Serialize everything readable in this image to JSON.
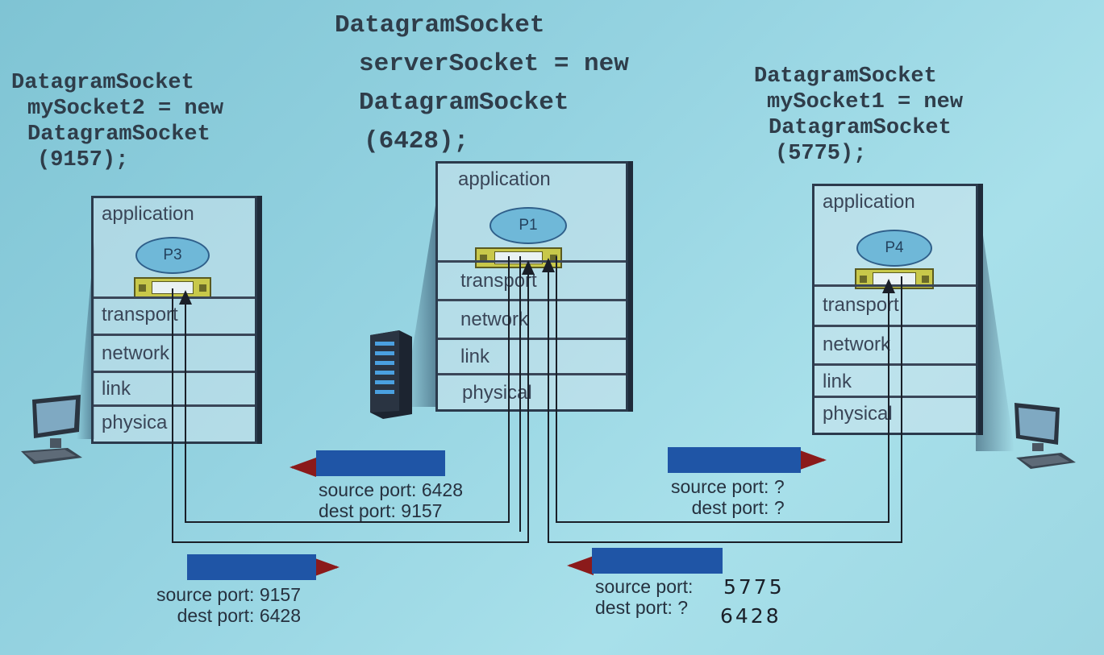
{
  "code": {
    "client2": [
      "DatagramSocket",
      "mySocket2 = new",
      "DatagramSocket",
      "(9157);"
    ],
    "server": [
      "DatagramSocket",
      "serverSocket = new",
      "DatagramSocket",
      "(6428);"
    ],
    "client1": [
      "DatagramSocket",
      "mySocket1 = new",
      "DatagramSocket",
      "(5775);"
    ]
  },
  "hosts": {
    "left": {
      "app": "application",
      "process": "P3",
      "layers": [
        "transport",
        "network",
        "link",
        "physica"
      ]
    },
    "center": {
      "app": "application",
      "process": "P1",
      "layers": [
        "transport",
        "network",
        "link",
        "physical"
      ]
    },
    "right": {
      "app": "application",
      "process": "P4",
      "layers": [
        "transport",
        "network",
        "link",
        "physical"
      ]
    }
  },
  "packets": {
    "server_to_left": {
      "source": "source port: 6428",
      "dest": "dest port: 9157"
    },
    "right_to_server_top": {
      "source": "source port: ?",
      "dest": "dest port: ?"
    },
    "left_to_server": {
      "source": "source port: 9157",
      "dest": "dest port: 6428"
    },
    "right_to_server_bottom": {
      "source": "source port:",
      "dest": "dest port: ?"
    }
  },
  "handwriting": {
    "source": "5775",
    "dest": "6428"
  },
  "icons": [
    "desktop-computer-icon",
    "server-tower-icon",
    "desktop-computer-icon"
  ],
  "colors": {
    "packet": "#1f55a6",
    "socket": "#c8c84a",
    "process": "#6fb8d8",
    "arrow": "#8b1a1a"
  }
}
